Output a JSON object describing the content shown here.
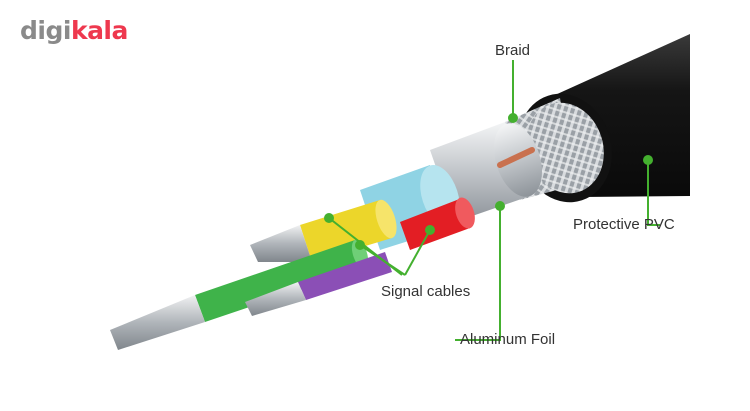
{
  "brand": {
    "part1": "digi",
    "part2": "kala",
    "color1": "#8a8a8a",
    "color2": "#ee384e"
  },
  "labels": {
    "braid": "Braid",
    "protective_pvc": "Protective PVC",
    "signal_cables": "Signal cables",
    "aluminum_foil": "Aluminum Foil"
  },
  "colors": {
    "callout": "#44b02f",
    "jacket": "#1b1b1b",
    "foil": "#c8cbcf",
    "braid": "#b7bbc0",
    "light_blue": "#8fd3e4",
    "red": "#e31e24",
    "yellow": "#ecd62a",
    "green": "#3fb34a",
    "purple": "#8b4fb6",
    "copper": "#c9714f"
  }
}
